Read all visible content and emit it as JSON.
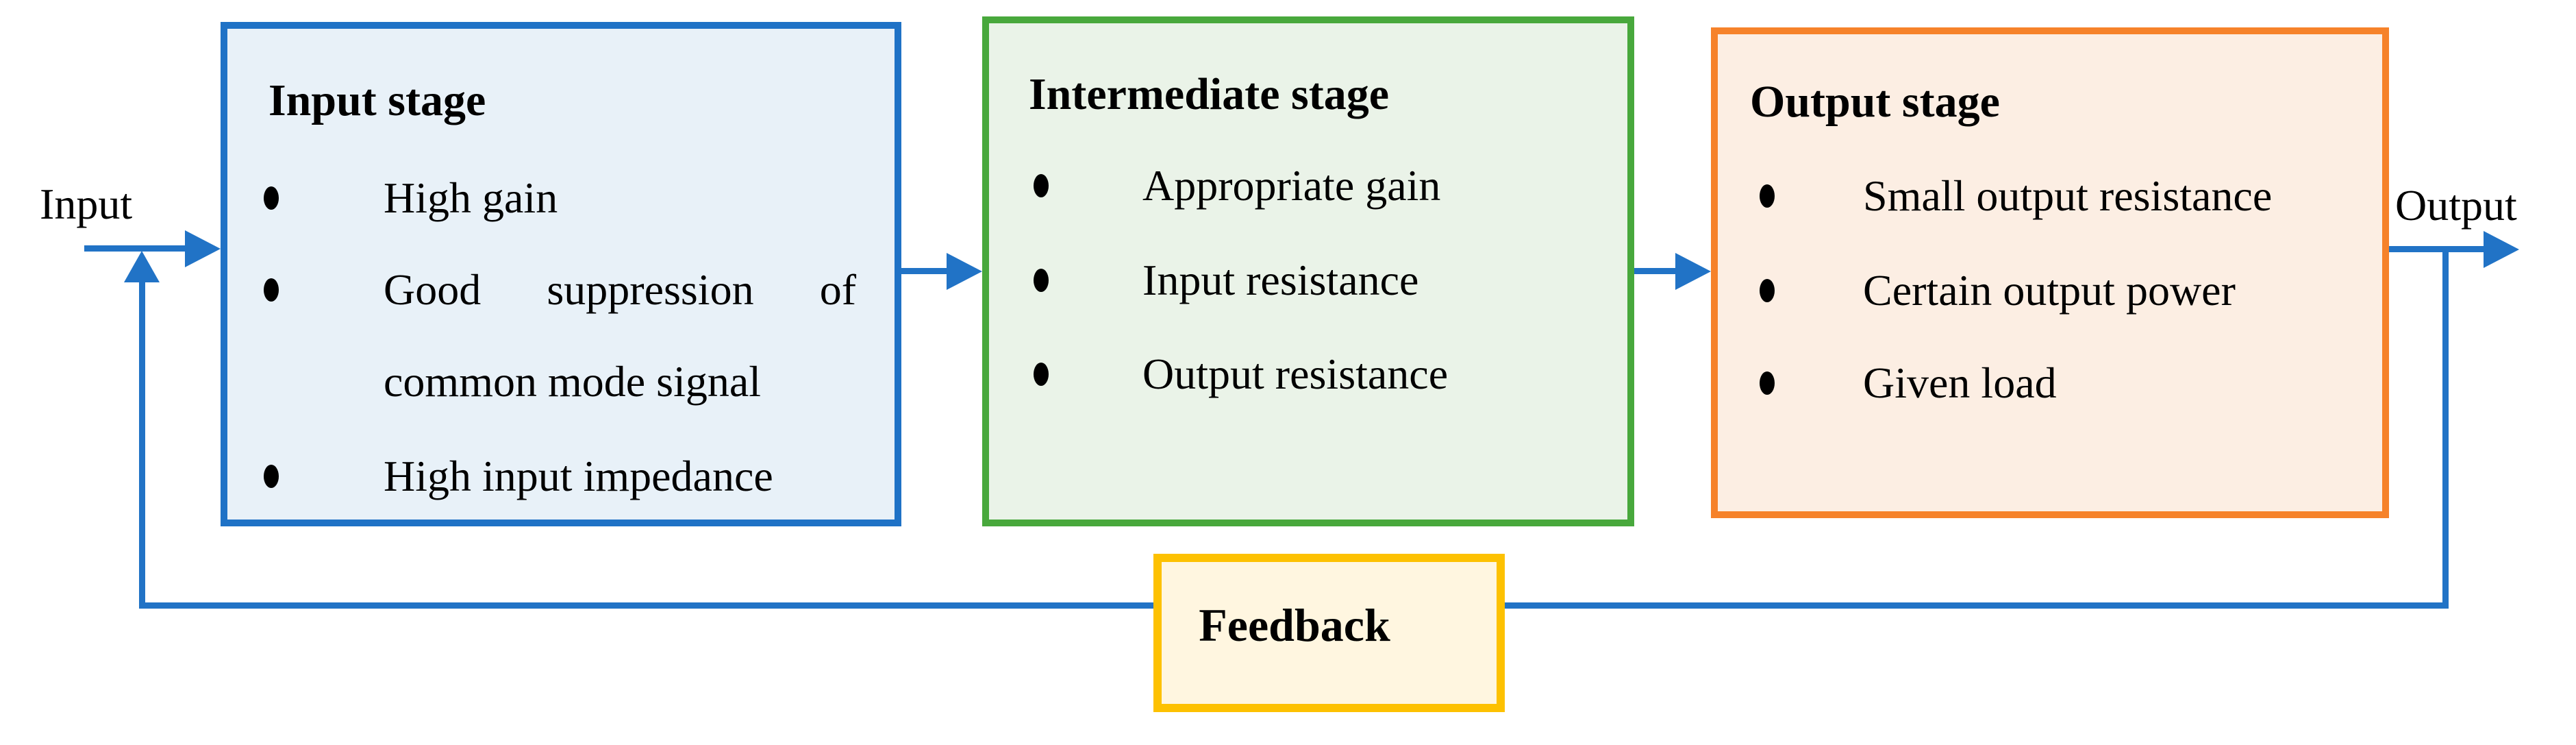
{
  "diagram": {
    "input_label": "Input",
    "output_label": "Output",
    "stages": {
      "input": {
        "title": "Input stage",
        "items": [
          "High gain",
          "Good suppression of",
          "common mode signal",
          "High input impedance"
        ]
      },
      "intermediate": {
        "title": "Intermediate stage",
        "items": [
          "Appropriate gain",
          "Input resistance",
          "Output resistance"
        ]
      },
      "output": {
        "title": "Output stage",
        "items": [
          "Small output resistance",
          "Certain output power",
          "Given load"
        ]
      },
      "feedback": {
        "title": "Feedback"
      }
    },
    "colors": {
      "input_border": "#1F72C6",
      "input_fill": "#E8F1F8",
      "intermediate_border": "#48A83C",
      "intermediate_fill": "#EAF3E8",
      "output_border": "#F6822A",
      "output_fill": "#FCEEE3",
      "feedback_border": "#FDC101",
      "feedback_fill": "#FFF6E0",
      "connector": "#2173C6",
      "text": "#000000"
    }
  }
}
